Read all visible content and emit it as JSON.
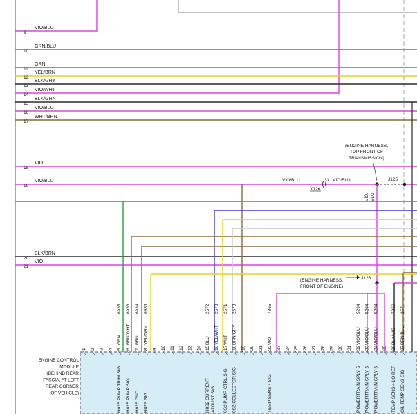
{
  "colors": {
    "VIO": "#e040e0",
    "GRN": "#2e9e3a",
    "YEL": "#e8d21a",
    "BLU": "#3b3bd0",
    "BRN": "#8a6a3a",
    "BLK": "#2a2a2a",
    "WHT": "#c8c8c8",
    "GRY": "#9a9a9a",
    "ecm_fill": "#d6ecf7"
  },
  "left_wires": [
    {
      "num": "9",
      "label": "VIO/BLU"
    },
    {
      "num": "10",
      "label": "GRN/BLU"
    },
    {
      "num": "11",
      "label": "GRN"
    },
    {
      "num": "12",
      "label": "YEL/BRN"
    },
    {
      "num": "13",
      "label": "BLK/GRY"
    },
    {
      "num": "14",
      "label": "VIO/WHT"
    },
    {
      "num": "15",
      "label": "BLK/GRN"
    },
    {
      "num": "16",
      "label": "VIO/BLU"
    },
    {
      "num": "17",
      "label": "WHT/BRN"
    },
    {
      "num": "18",
      "label": "VIO"
    },
    {
      "num": "19",
      "label": "VIO/BLU"
    },
    {
      "num": "20",
      "label": "BLK/BRN"
    },
    {
      "num": "21",
      "label": "VIO"
    }
  ],
  "annotations": {
    "top_front_trans": [
      "(ENGINE HARNESS,",
      "TOP FRONT OF",
      "TRANSMISSION)"
    ],
    "front_engine": [
      "(ENGINE HARNESS,",
      "FRONT OF ENGINE)"
    ],
    "j125": "J125",
    "j126": "J126",
    "x126": "X126",
    "pin33": "33",
    "row19_left": "VIO/BLU",
    "row19_right": "VIO/BLU",
    "vert_vio": "VIO/",
    "vert_blu": "BLU"
  },
  "ecm_label": [
    "ENGINE CONTROL",
    "MODULE",
    "(BEHIND REAR",
    "FASCIA, AT LEFT",
    "REAR CORNER",
    "OF VEHICLE)"
  ],
  "pins": [
    "1",
    "2",
    "3",
    "4",
    "5",
    "6",
    "7",
    "8",
    "9",
    "10",
    "11",
    "12",
    "13",
    "14",
    "15",
    "16",
    "17",
    "18",
    "19",
    "20",
    "21",
    "22",
    "23",
    "24",
    "25",
    "26",
    "27",
    "28",
    "29",
    "30",
    "31",
    "32",
    "33",
    "34",
    "35",
    "36",
    "37"
  ],
  "circuits": [
    {
      "pin": "5",
      "circuit": "6935",
      "color": "GRN"
    },
    {
      "pin": "6",
      "circuit": "6933",
      "color": "BRN/WHT"
    },
    {
      "pin": "7",
      "circuit": "6934",
      "color": "BRN"
    },
    {
      "pin": "8",
      "circuit": "6936",
      "color": "YEL/GRY"
    },
    {
      "pin": "15",
      "circuit": "2572",
      "color": "BLU"
    },
    {
      "pin": "16",
      "circuit": "2570",
      "color": "YEL/WHT"
    },
    {
      "pin": "17",
      "circuit": "2571",
      "color": "WHT"
    },
    {
      "pin": "18",
      "circuit": "2573",
      "color": "BRN/GRY"
    },
    {
      "pin": "22",
      "circuit": "7865",
      "color": "VIO"
    },
    {
      "pin": "32",
      "circuit": "5294",
      "color": "VIO/BLU"
    },
    {
      "pin": "33",
      "circuit": "5294",
      "color": "VIO/BLU"
    },
    {
      "pin": "34",
      "circuit": "5294",
      "color": "VIO/BLU"
    },
    {
      "pin": "36",
      "circuit": "7866",
      "color": "BLK/VIO"
    },
    {
      "pin": "37",
      "circuit": "357",
      "color": "BRN/BLU"
    }
  ],
  "functions": [
    {
      "pin": "5",
      "lines": [
        "H02S PUMP TRIM SIG"
      ]
    },
    {
      "pin": "6",
      "lines": [
        "H02S PUMP SIG"
      ]
    },
    {
      "pin": "7",
      "lines": [
        "H02S GND"
      ]
    },
    {
      "pin": "8",
      "lines": [
        "H02S SIG"
      ]
    },
    {
      "pin": "15",
      "lines": [
        "H0S2 CURRENT",
        "ADJUST SIG"
      ]
    },
    {
      "pin": "17",
      "lines": [
        "0S2 PUMP CTRL SIG"
      ]
    },
    {
      "pin": "18",
      "lines": [
        "0S2 COLLECTOR SIG"
      ]
    },
    {
      "pin": "22",
      "lines": [
        "TEMP SENS 4 SIG"
      ]
    },
    {
      "pin": "32",
      "lines": [
        "POWERTRAIN SPLY 5"
      ]
    },
    {
      "pin": "33",
      "lines": [
        "POWERTRAIN SPLY 5"
      ]
    },
    {
      "pin": "34",
      "lines": [
        "POWERTRAIN SPLY 5"
      ]
    },
    {
      "pin": "36",
      "lines": [
        "TEMP SENS 4 LO REF"
      ]
    },
    {
      "pin": "37",
      "lines": [
        "OIL TEMP SENS SIG"
      ]
    }
  ]
}
